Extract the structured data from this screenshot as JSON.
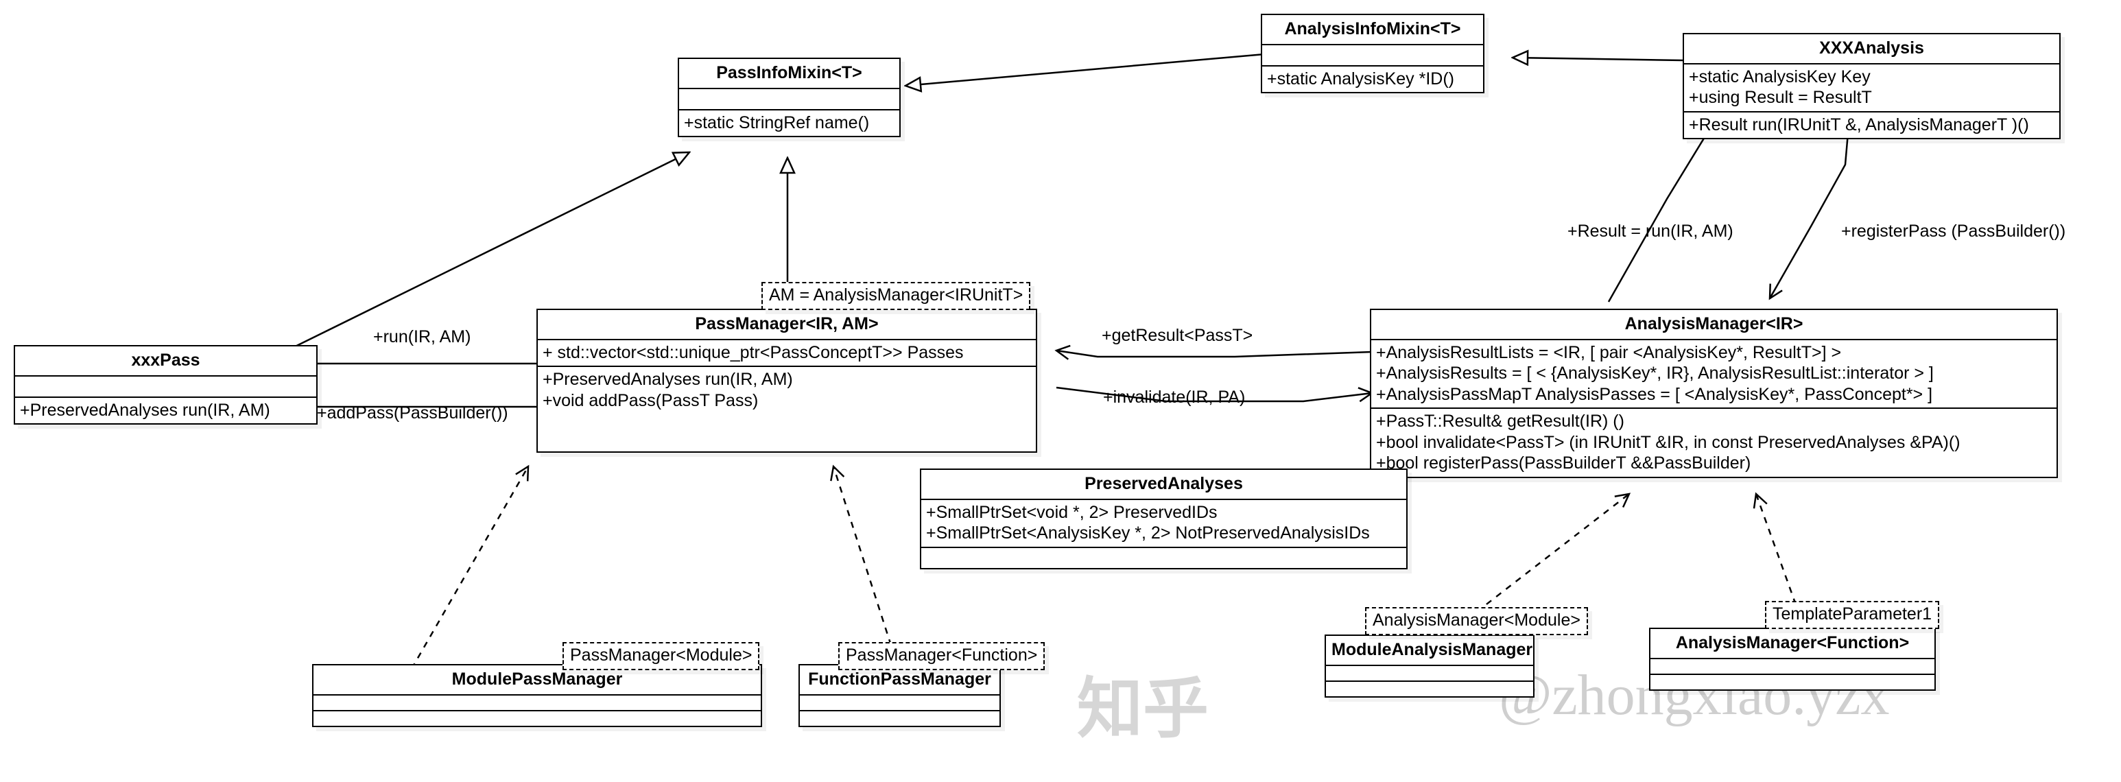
{
  "diagram": {
    "title": "LLVM New PassManager Class Diagram",
    "type": "uml-class-diagram",
    "background_color": "#ffffff",
    "line_color": "#000000"
  },
  "classes": {
    "pass_info_mixin": {
      "name": "PassInfoMixin<T>",
      "attributes": [],
      "methods": [
        "+static StringRef name()"
      ]
    },
    "analysis_info_mixin": {
      "name": "AnalysisInfoMixin<T>",
      "attributes": [],
      "methods": [
        "+static AnalysisKey *ID()"
      ]
    },
    "xxx_analysis": {
      "name": "XXXAnalysis",
      "attributes": [
        "+static AnalysisKey Key",
        "+using Result = ResultT"
      ],
      "methods": [
        "+Result run(IRUnitT &, AnalysisManagerT )()"
      ]
    },
    "xxx_pass": {
      "name": "xxxPass",
      "attributes": [],
      "methods": [
        "+PreservedAnalyses run(IR, AM)"
      ]
    },
    "pass_manager": {
      "name": "PassManager<IR, AM>",
      "attributes": [
        "+ std::vector<std::unique_ptr<PassConceptT>> Passes"
      ],
      "methods": [
        "+PreservedAnalyses run(IR, AM)",
        "+void addPass(PassT Pass)"
      ]
    },
    "analysis_manager": {
      "name": "AnalysisManager<IR>",
      "attributes": [
        "+AnalysisResultLists = <IR,  [ pair <AnalysisKey*, ResultT>] >",
        "+AnalysisResults = [ < {AnalysisKey*, IR}, AnalysisResultList::interator > ]",
        "+AnalysisPassMapT AnalysisPasses = [ <AnalysisKey*, PassConcept*> ]"
      ],
      "methods": [
        "+PassT::Result& getResult(IR)  ()",
        "+bool invalidate<PassT> (in IRUnitT &IR, in const PreservedAnalyses &PA)()",
        "+bool registerPass(PassBuilderT &&PassBuilder)"
      ]
    },
    "preserved_analyses": {
      "name": "PreservedAnalyses",
      "attributes": [
        "+SmallPtrSet<void *, 2> PreservedIDs",
        "+SmallPtrSet<AnalysisKey *, 2> NotPreservedAnalysisIDs"
      ],
      "methods": []
    },
    "module_pass_manager": {
      "name": "ModulePassManager",
      "attributes": [],
      "methods": []
    },
    "function_pass_manager": {
      "name": "FunctionPassManager",
      "attributes": [],
      "methods": []
    },
    "module_analysis_manager": {
      "name": "ModuleAnalysisManager",
      "attributes": [],
      "methods": []
    },
    "analysis_manager_function": {
      "name": "AnalysisManager<Function>",
      "attributes": [],
      "methods": []
    }
  },
  "stereotypes": {
    "am_binding": "AM = AnalysisManager<IRUnitT>",
    "pass_manager_module": "PassManager<Module>",
    "pass_manager_function": "PassManager<Function>",
    "analysis_manager_module": "AnalysisManager<Module>",
    "template_parameter1": "TemplateParameter1"
  },
  "edge_labels": {
    "run_ir_am": "+run(IR, AM)",
    "add_pass": "+addPass(PassBuilder())",
    "get_result": "+getResult<PassT>",
    "invalidate": "+invalidate(IR, PA)",
    "result_run": "+Result = run(IR, AM)",
    "register_pass": "+registerPass (PassBuilder())"
  },
  "watermark": {
    "handle": "@zhongxiao.yzx",
    "logo": "知乎"
  }
}
